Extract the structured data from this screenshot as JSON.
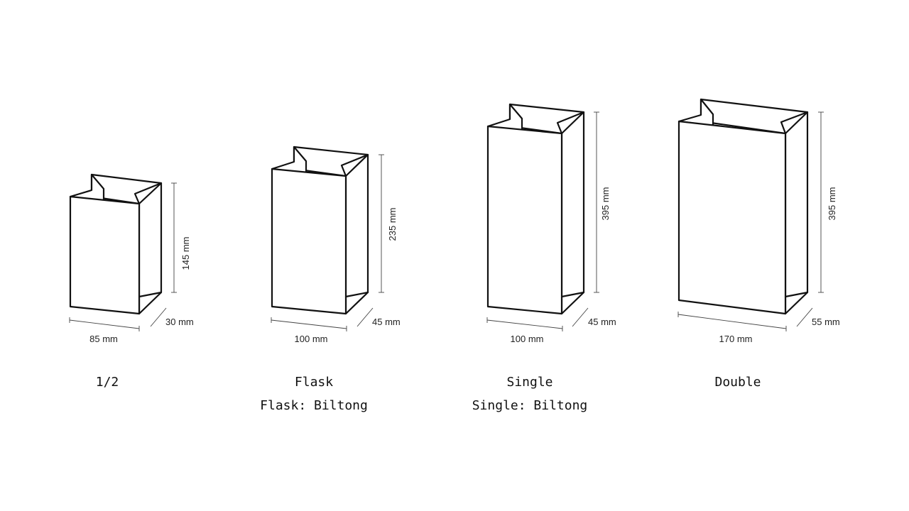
{
  "bags": [
    {
      "name": "1/2",
      "subtitle": "",
      "width": "85 mm",
      "depth": "30 mm",
      "height": "145 mm"
    },
    {
      "name": "Flask",
      "subtitle": "Flask: Biltong",
      "width": "100 mm",
      "depth": "45 mm",
      "height": "235 mm"
    },
    {
      "name": "Single",
      "subtitle": "Single: Biltong",
      "width": "100 mm",
      "depth": "45 mm",
      "height": "395 mm"
    },
    {
      "name": "Double",
      "subtitle": "",
      "width": "170 mm",
      "depth": "55 mm",
      "height": "395 mm"
    }
  ]
}
